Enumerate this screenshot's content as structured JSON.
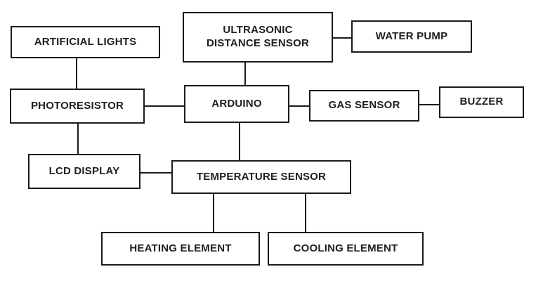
{
  "diagram": {
    "title": "Arduino greenhouse system block diagram",
    "nodes": {
      "artificial_lights": {
        "label": "ARTIFICIAL LIGHTS"
      },
      "ultrasonic_distance_sensor": {
        "label": "ULTRASONIC DISTANCE SENSOR"
      },
      "water_pump": {
        "label": "WATER PUMP"
      },
      "photoresistor": {
        "label": "PHOTORESISTOR"
      },
      "arduino": {
        "label": "ARDUINO"
      },
      "gas_sensor": {
        "label": "GAS SENSOR"
      },
      "buzzer": {
        "label": "BUZZER"
      },
      "lcd_display": {
        "label": "LCD DISPLAY"
      },
      "temperature_sensor": {
        "label": "TEMPERATURE SENSOR"
      },
      "heating_element": {
        "label": "HEATING ELEMENT"
      },
      "cooling_element": {
        "label": "COOLING ELEMENT"
      }
    },
    "edges": [
      {
        "from": "ARTIFICIAL LIGHTS",
        "to": "PHOTORESISTOR"
      },
      {
        "from": "ULTRASONIC DISTANCE SENSOR",
        "to": "WATER PUMP"
      },
      {
        "from": "ULTRASONIC DISTANCE SENSOR",
        "to": "ARDUINO"
      },
      {
        "from": "PHOTORESISTOR",
        "to": "ARDUINO"
      },
      {
        "from": "ARDUINO",
        "to": "GAS SENSOR"
      },
      {
        "from": "GAS SENSOR",
        "to": "BUZZER"
      },
      {
        "from": "PHOTORESISTOR",
        "to": "LCD DISPLAY"
      },
      {
        "from": "ARDUINO",
        "to": "TEMPERATURE SENSOR"
      },
      {
        "from": "LCD DISPLAY",
        "to": "TEMPERATURE SENSOR"
      },
      {
        "from": "TEMPERATURE SENSOR",
        "to": "HEATING ELEMENT"
      },
      {
        "from": "TEMPERATURE SENSOR",
        "to": "COOLING ELEMENT"
      }
    ],
    "colors": {
      "background": "#ffffff",
      "box_border": "#1b1b1b",
      "text": "#1f1f1f"
    }
  }
}
